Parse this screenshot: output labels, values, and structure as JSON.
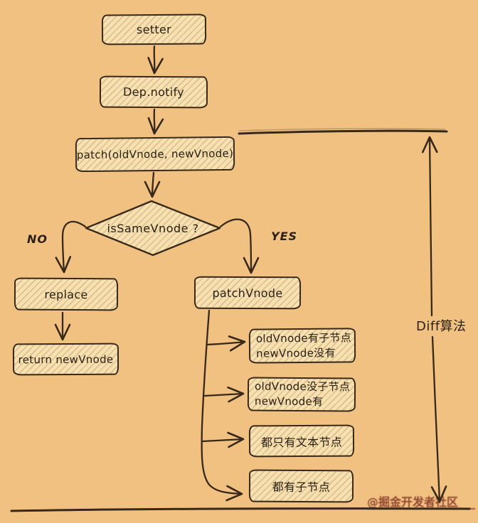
{
  "diagram": {
    "nodes": {
      "setter": {
        "label": "setter"
      },
      "dep_notify": {
        "label": "Dep.notify"
      },
      "patch": {
        "label": "patch(oldVnode, newVnode)"
      },
      "is_same_vnode": {
        "label": "isSameVnode ?"
      },
      "replace": {
        "label": "replace"
      },
      "return_new_vnode": {
        "label": "return newVnode"
      },
      "patch_vnode": {
        "label": "patchVnode"
      },
      "case_old_has_children": {
        "line1": "oldVnode有子节点",
        "line2": "newVnode没有"
      },
      "case_old_no_children": {
        "line1": "oldVnode没子节点",
        "line2": "newVnode有"
      },
      "case_both_text_only": {
        "label": "都只有文本节点"
      },
      "case_both_have_children": {
        "label": "都有子节点"
      }
    },
    "edge_labels": {
      "no": "NO",
      "yes": "YES",
      "diff": "Diff算法"
    }
  },
  "watermark": {
    "text": "@掘金开发者社区"
  },
  "colors": {
    "background": "#f0c181",
    "node_fill": "#f6e1b2",
    "node_hatch": "#bf8e52",
    "ink": "#37281a",
    "watermark": "#7d2b1c"
  }
}
